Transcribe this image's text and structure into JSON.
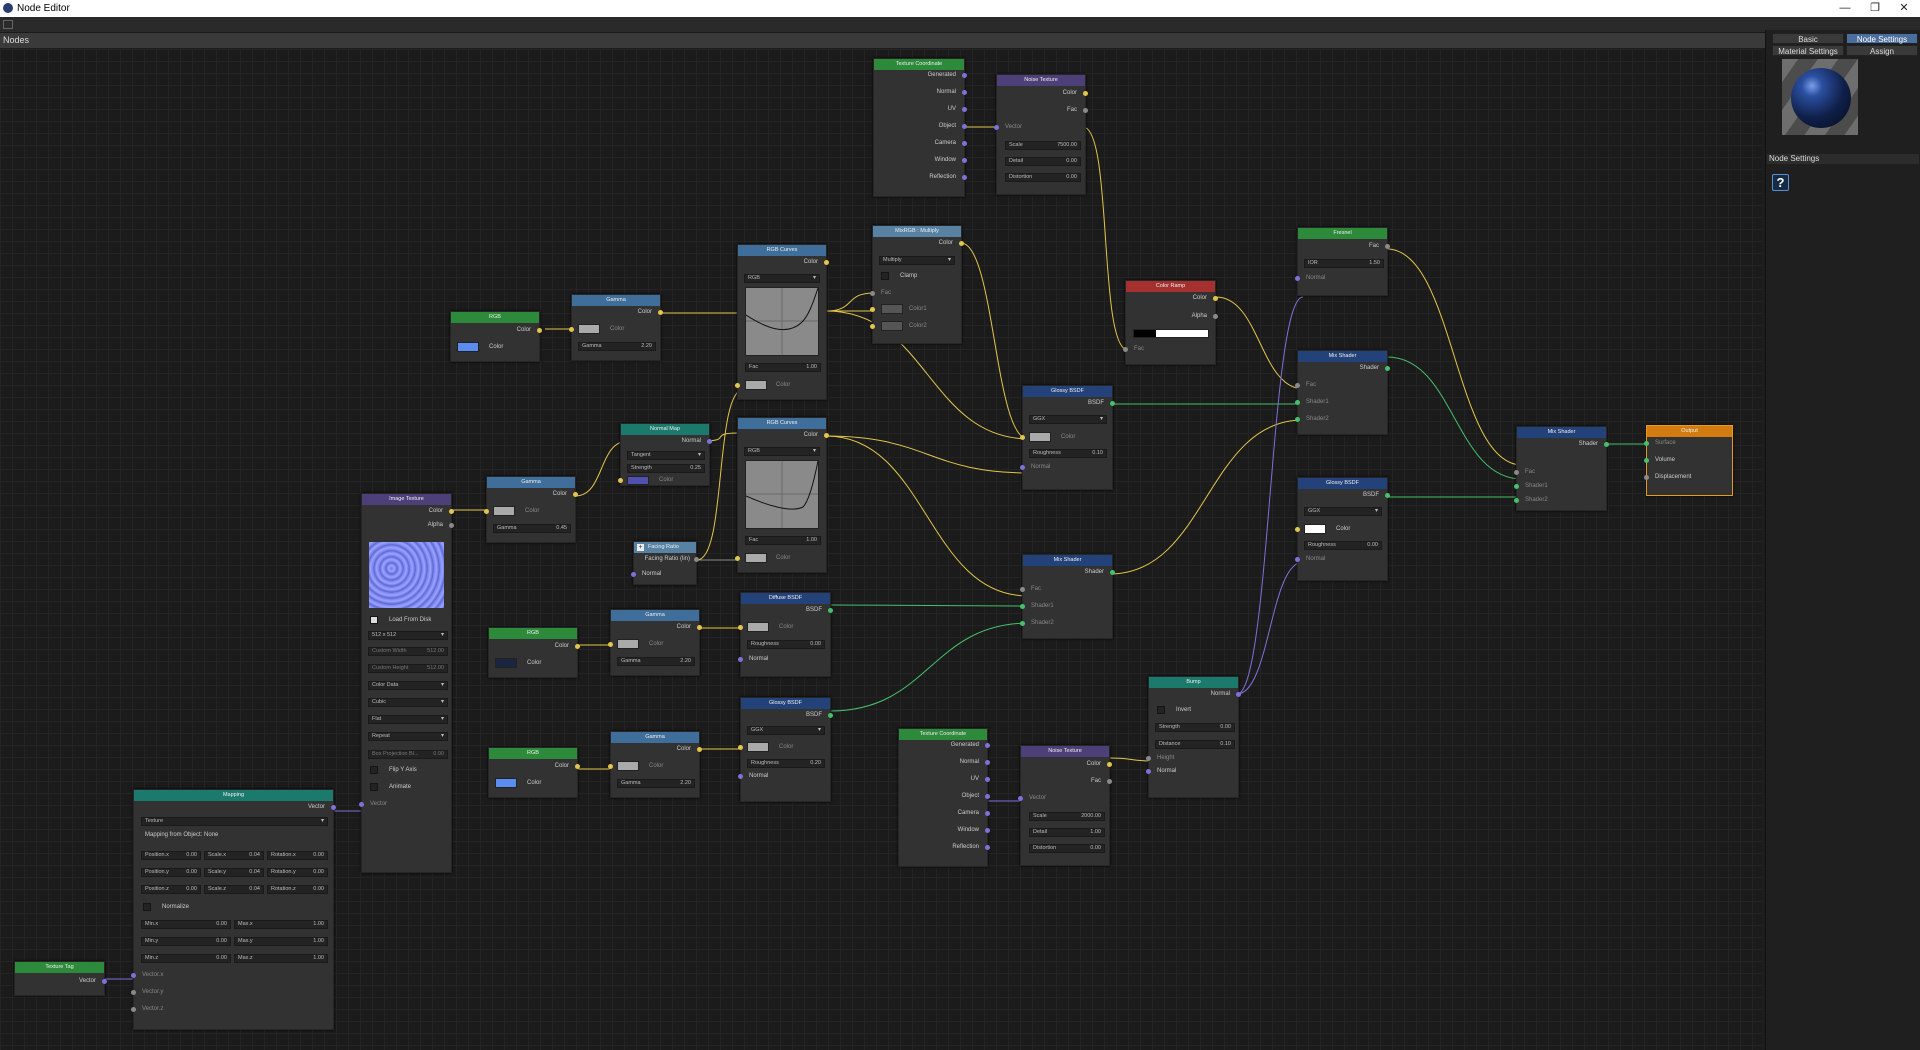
{
  "window": {
    "title": "Node Editor",
    "controls": [
      "—",
      "❐",
      "✕"
    ]
  },
  "nodes_header": "Nodes",
  "right_panel": {
    "tabs": [
      {
        "label": "Basic"
      },
      {
        "label": "Node Settings",
        "active": true
      },
      {
        "label": "Material Settings"
      },
      {
        "label": "Assign"
      }
    ],
    "section": "Node Settings",
    "help_icon": "help-icon"
  },
  "accent_color": "#e89a1a",
  "nodes": {
    "tc1": {
      "title": "Texture Coordinate",
      "outs": [
        "Generated",
        "Normal",
        "UV",
        "Object",
        "Camera",
        "Window",
        "Reflection"
      ]
    },
    "nt1": {
      "title": "Noise Texture",
      "outs": [
        "Color",
        "Fac"
      ],
      "ins": [
        "Vector"
      ],
      "f": [
        {
          "l": "Scale",
          "v": "7500.00"
        },
        {
          "l": "Detail",
          "v": "0.00"
        },
        {
          "l": "Distortion",
          "v": "0.00"
        }
      ]
    },
    "mix": {
      "title": "MixRGB : Multiply",
      "out": "Color",
      "dd": "Multiply",
      "chk": "Clamp",
      "ins": [
        "Fac",
        "Color1",
        "Color2"
      ]
    },
    "rgbc1": {
      "title": "RGB Curves",
      "out": "Color",
      "dd": "RGB",
      "fac": "Fac",
      "facv": "1.00",
      "in": "Color"
    },
    "rgb1": {
      "title": "RGB",
      "out": "Color",
      "lbl": "Color"
    },
    "gam1": {
      "title": "Gamma",
      "out": "Color",
      "in": "Color",
      "f": "Gamma",
      "v": "2.20"
    },
    "cramp": {
      "title": "Color Ramp",
      "outs": [
        "Color",
        "Alpha"
      ],
      "in": "Fac"
    },
    "fres": {
      "title": "Fresnel",
      "out": "Fac",
      "f": "IOR",
      "v": "1.50",
      "in": "Normal"
    },
    "ms1": {
      "title": "Mix Shader",
      "out": "Shader",
      "ins": [
        "Fac",
        "Shader1",
        "Shader2"
      ]
    },
    "gl1": {
      "title": "Glossy BSDF",
      "out": "BSDF",
      "dd": "GGX",
      "in": "Color",
      "f": "Roughness",
      "v": "0.10",
      "in2": "Normal"
    },
    "nmap": {
      "title": "Normal Map",
      "out": "Normal",
      "dd": "Tangent",
      "f": "Strength",
      "v": "0.25",
      "in": "Color"
    },
    "rgbc2": {
      "title": "RGB Curves",
      "out": "Color",
      "dd": "RGB",
      "fac": "Fac",
      "facv": "1.00",
      "in": "Color"
    },
    "msf": {
      "title": "Mix Shader",
      "out": "Shader",
      "ins": [
        "Fac",
        "Shader1",
        "Shader2"
      ]
    },
    "outp": {
      "title": "Output",
      "ins": [
        "Surface",
        "Volume",
        "Displacement"
      ]
    },
    "gl2": {
      "title": "Glossy BSDF",
      "out": "BSDF",
      "dd": "GGX",
      "in": "Color",
      "f": "Roughness",
      "v": "0.00",
      "in2": "Normal"
    },
    "img": {
      "title": "Image Texture",
      "outs": [
        "Color",
        "Alpha"
      ],
      "load": "Load From Disk",
      "size": "512 x 512",
      "cw": "Custom Width",
      "cwv": "512.00",
      "ch": "Custom Height",
      "chv": "512.00",
      "dds": [
        "Color Data",
        "Cubic",
        "Flat",
        "Repeat"
      ],
      "bp": "Box Projection Bl...",
      "bpv": "0.00",
      "flip": "Flip Y Axis",
      "anim": "Animate",
      "in": "Vector"
    },
    "gam2": {
      "title": "Gamma",
      "out": "Color",
      "in": "Color",
      "f": "Gamma",
      "v": "0.45"
    },
    "frat": {
      "title": "Facing Ratio",
      "out": "Facing Ratio (lin)",
      "in": "Normal"
    },
    "ms2": {
      "title": "Mix Shader",
      "out": "Shader",
      "ins": [
        "Fac",
        "Shader1",
        "Shader2"
      ]
    },
    "rgb2": {
      "title": "RGB",
      "out": "Color",
      "lbl": "Color"
    },
    "gam3": {
      "title": "Gamma",
      "out": "Color",
      "in": "Color",
      "f": "Gamma",
      "v": "2.20"
    },
    "diff": {
      "title": "Diffuse BSDF",
      "out": "BSDF",
      "in": "Color",
      "f": "Roughness",
      "v": "0.00",
      "in2": "Normal"
    },
    "bump": {
      "title": "Bump",
      "out": "Normal",
      "chk": "Invert",
      "f1": "Strength",
      "v1": "0.00",
      "f2": "Distance",
      "v2": "0.10",
      "ins": [
        "Height",
        "Normal"
      ]
    },
    "gl3": {
      "title": "Glossy BSDF",
      "out": "BSDF",
      "dd": "GGX",
      "in": "Color",
      "f": "Roughness",
      "v": "0.20",
      "in2": "Normal"
    },
    "tc2": {
      "title": "Texture Coordinate",
      "outs": [
        "Generated",
        "Normal",
        "UV",
        "Object",
        "Camera",
        "Window",
        "Reflection"
      ]
    },
    "nt2": {
      "title": "Noise Texture",
      "outs": [
        "Color",
        "Fac"
      ],
      "ins": [
        "Vector"
      ],
      "f": [
        {
          "l": "Scale",
          "v": "2000.00"
        },
        {
          "l": "Detail",
          "v": "1.00"
        },
        {
          "l": "Distortion",
          "v": "0.00"
        }
      ]
    },
    "rgb3": {
      "title": "RGB",
      "out": "Color",
      "lbl": "Color"
    },
    "gam4": {
      "title": "Gamma",
      "out": "Color",
      "in": "Color",
      "f": "Gamma",
      "v": "2.20"
    },
    "map": {
      "title": "Mapping",
      "out": "Vector",
      "dd": "Texture",
      "mfo": "Mapping from Object: None",
      "grid": [
        [
          "Position.x",
          "0.00",
          "Scale.x",
          "0.04",
          "Rotation.x",
          "0.00"
        ],
        [
          "Position.y",
          "0.00",
          "Scale.y",
          "0.04",
          "Rotation.y",
          "0.00"
        ],
        [
          "Position.z",
          "0.00",
          "Scale.z",
          "0.04",
          "Rotation.z",
          "0.00"
        ]
      ],
      "norm": "Normalize",
      "mm": [
        [
          "Min.x",
          "0.00",
          "Max.x",
          "1.00"
        ],
        [
          "Min.y",
          "0.00",
          "Max.y",
          "1.00"
        ],
        [
          "Min.z",
          "0.00",
          "Max.z",
          "1.00"
        ]
      ],
      "ins": [
        "Vector.x",
        "Vector.y",
        "Vector.z"
      ]
    },
    "ttag": {
      "title": "Texture Tag",
      "out": "Vector"
    }
  }
}
